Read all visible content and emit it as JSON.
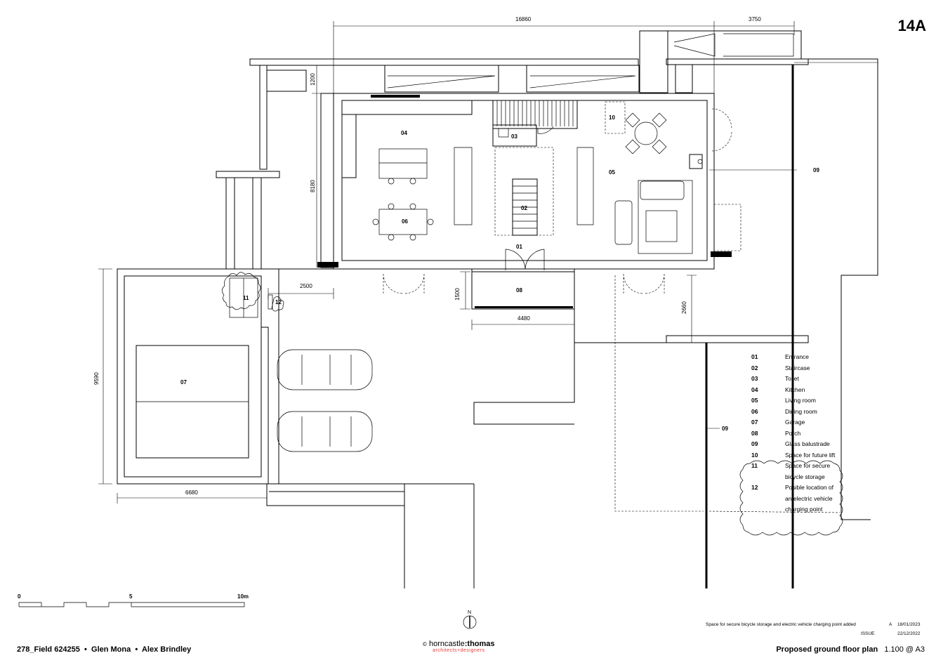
{
  "sheet_number": "14A",
  "project": {
    "ref": "278_Field 624255",
    "location": "Glen Mona",
    "client": "Alex Brindley",
    "separator": "•"
  },
  "drawing_title": "Proposed ground floor plan",
  "scale": "1.100 @ A3",
  "firm": {
    "prefix": "©",
    "name_light": "horncastle",
    "name_bold": "thomas",
    "tagline": "architects+designers",
    "accent_color": "#e53935"
  },
  "revisions": {
    "note": "Space for secure bicycle storage and electric vehicle charging point added",
    "rev_code": "A",
    "rev_date": "18/01/2023",
    "issue_label": "ISSUE",
    "issue_date": "22/12/2022"
  },
  "scale_bar": {
    "labels": [
      "0",
      "5",
      "10m"
    ]
  },
  "north": "N",
  "dimensions": {
    "d16860": "16860",
    "d3750": "3750",
    "d1200": "1200",
    "d8180": "8180",
    "d2500": "2500",
    "d1500": "1500",
    "d4480": "4480",
    "d2660": "2660",
    "d9590": "9590",
    "d6680": "6680"
  },
  "room_tags": {
    "r01": "01",
    "r02": "02",
    "r03": "03",
    "r04": "04",
    "r05": "05",
    "r06": "06",
    "r07": "07",
    "r08": "08",
    "r09a": "09",
    "r09b": "09",
    "r10": "10",
    "r11": "11",
    "r12": "12"
  },
  "legend": [
    {
      "code": "01",
      "label": "Entrance"
    },
    {
      "code": "02",
      "label": "Staircase"
    },
    {
      "code": "03",
      "label": "Toilet"
    },
    {
      "code": "04",
      "label": "Kitchen"
    },
    {
      "code": "05",
      "label": "Living room"
    },
    {
      "code": "06",
      "label": "Dining room"
    },
    {
      "code": "07",
      "label": "Garage"
    },
    {
      "code": "08",
      "label": "Porch"
    },
    {
      "code": "09",
      "label": "Glass balustrade"
    },
    {
      "code": "10",
      "label": "Space for future lift"
    },
    {
      "code": "11",
      "label": "Space for secure"
    },
    {
      "code": "",
      "label": "bicycle storage"
    },
    {
      "code": "12",
      "label": "Posible location of"
    },
    {
      "code": "",
      "label": "an electric vehicle"
    },
    {
      "code": "",
      "label": "charging point"
    }
  ]
}
